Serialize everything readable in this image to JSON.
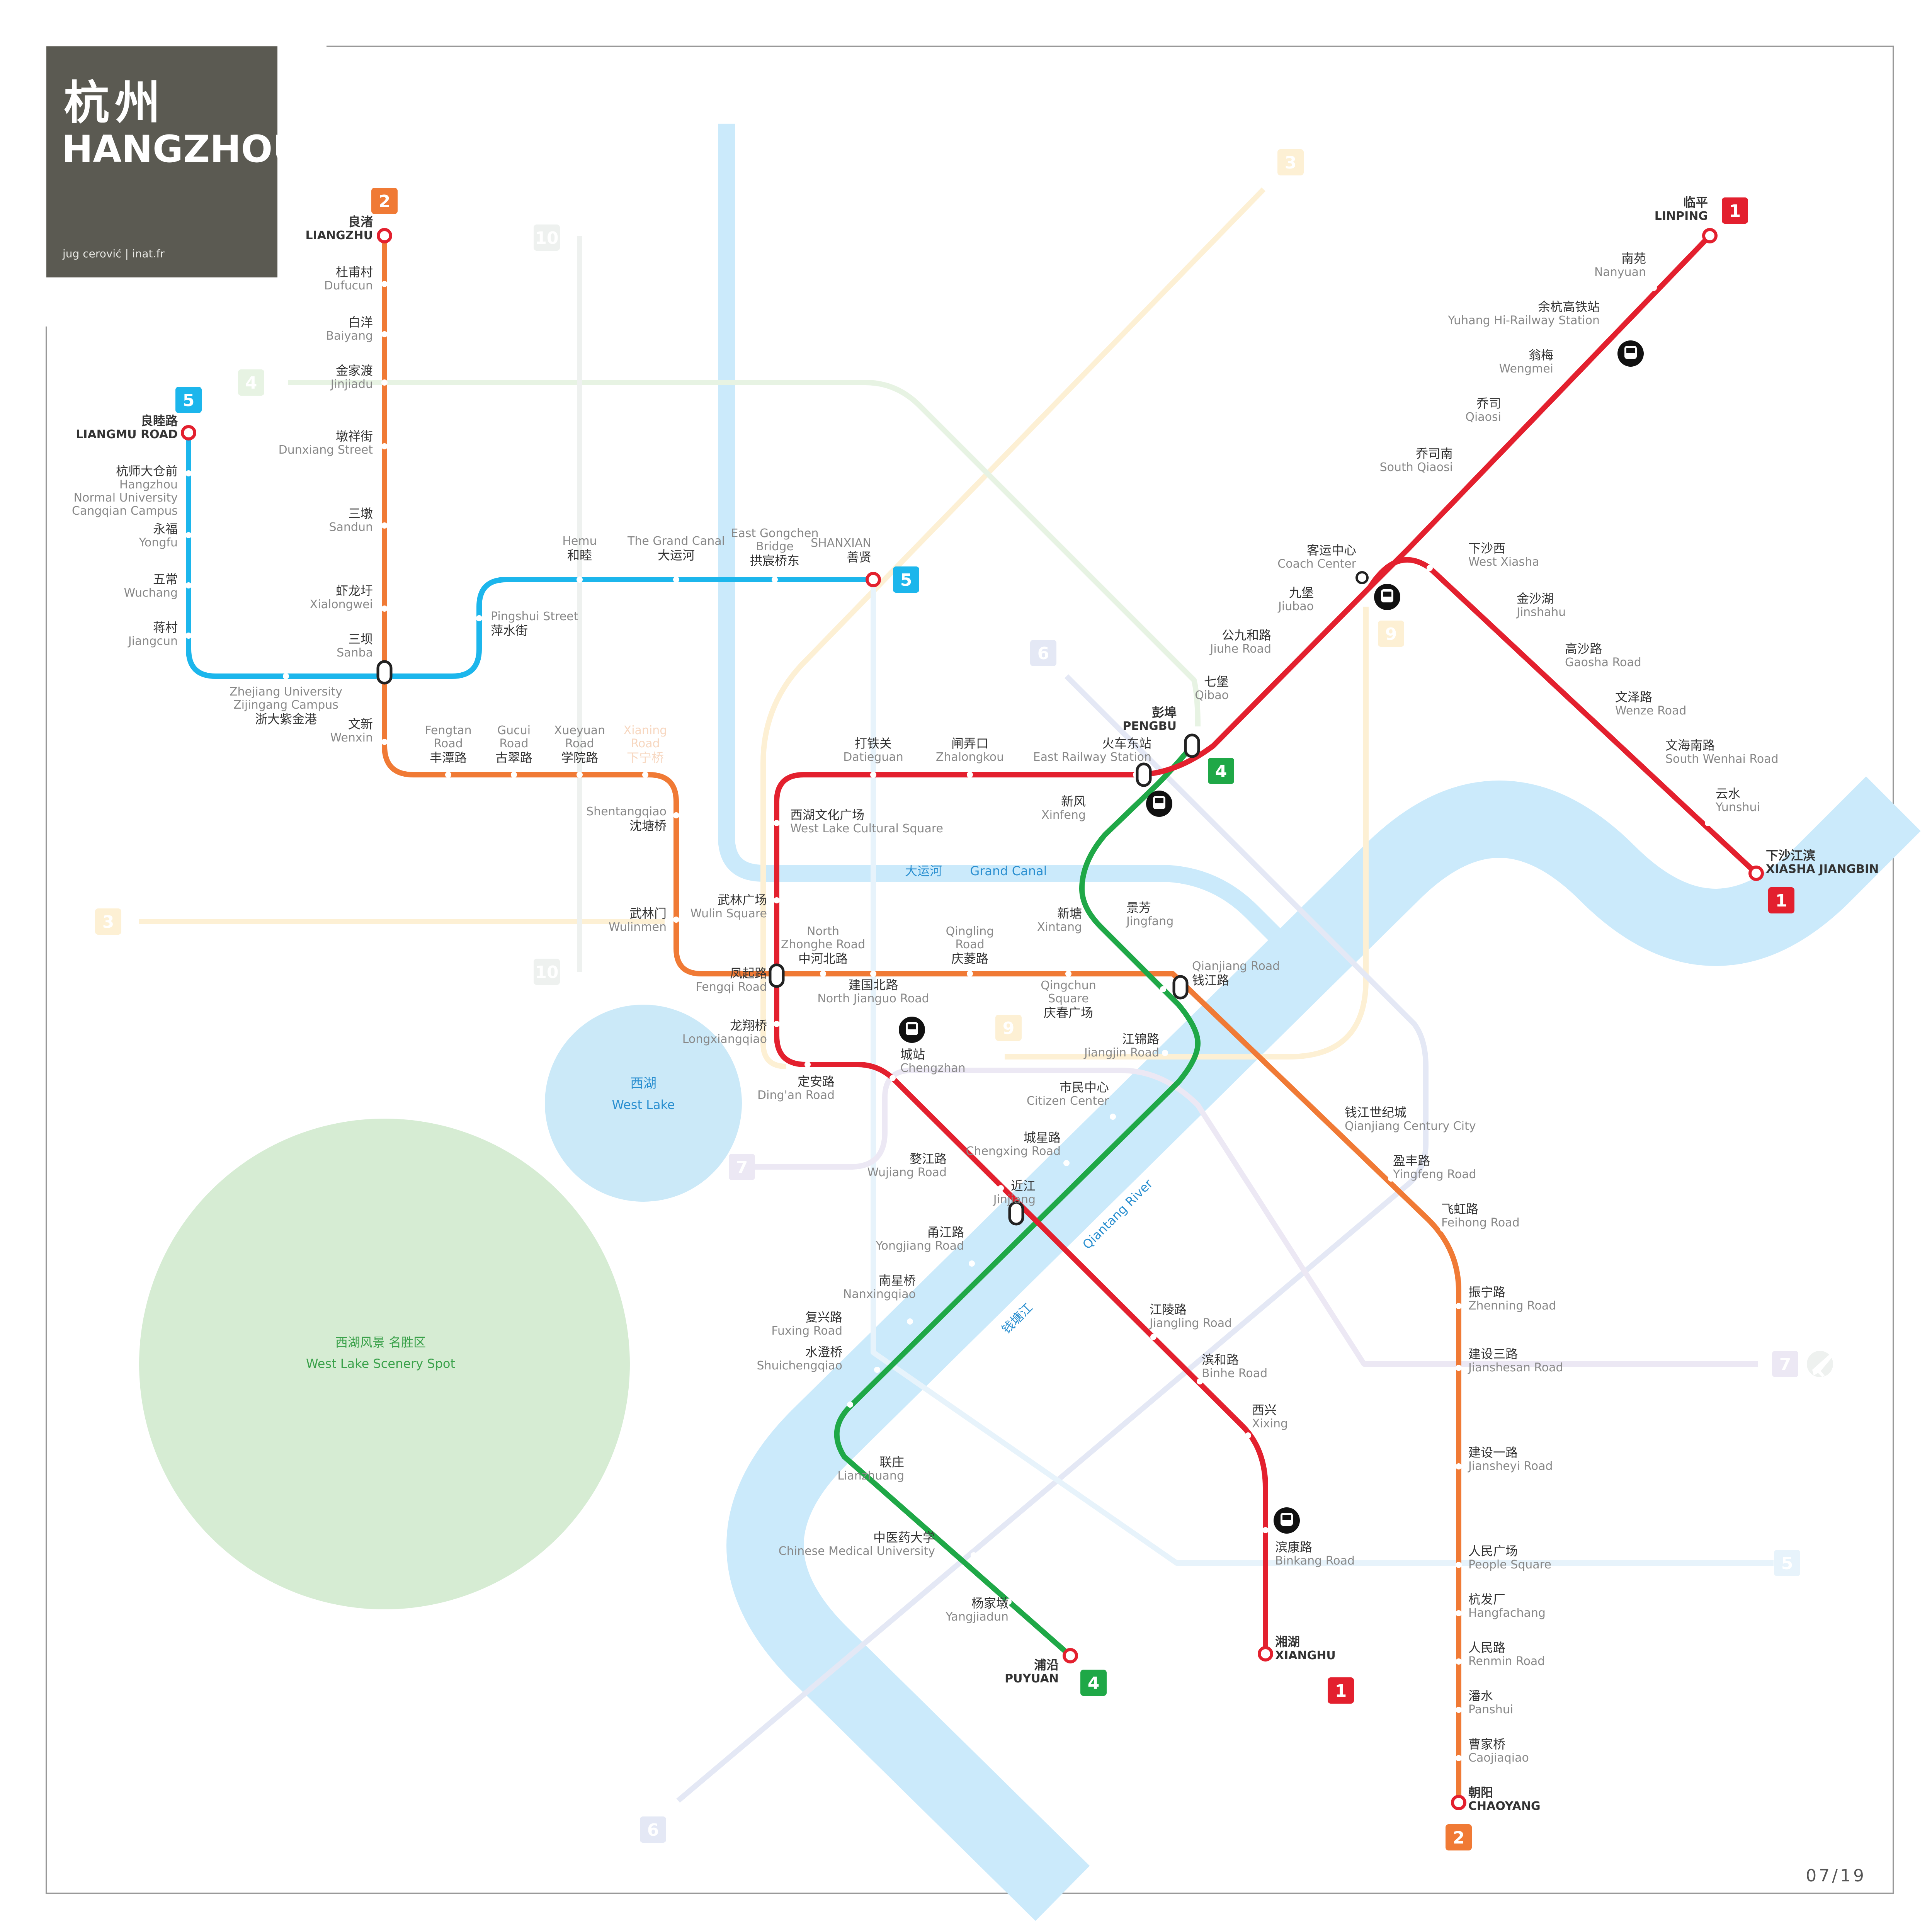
{
  "header": {
    "title_cn": "杭州",
    "title_en": "HANGZHOU",
    "credit": "jug cerović | inat.fr",
    "date": "07/19"
  },
  "colors": {
    "red": "#e3202e",
    "orange": "#f07a35",
    "green": "#1fa847",
    "blue": "#1cb6ec",
    "river": "#cbeafb",
    "lake": "#cbe9f8",
    "park": "#d6ecd3",
    "frame": "#888888"
  },
  "water": {
    "west_lake_cn": "西湖",
    "west_lake_en": "West Lake",
    "canal_cn": "大运河",
    "canal_en": "Grand Canal",
    "river_cn": "钱塘江",
    "river_en": "Qiantang River",
    "park_cn": "西湖风景 名胜区",
    "park_en": "West Lake Scenery Spot"
  },
  "badges": [
    {
      "label": "1",
      "line": "red"
    },
    {
      "label": "1",
      "line": "red"
    },
    {
      "label": "1",
      "line": "red"
    },
    {
      "label": "2",
      "line": "orange"
    },
    {
      "label": "2",
      "line": "orange"
    },
    {
      "label": "4",
      "line": "green"
    },
    {
      "label": "4",
      "line": "green"
    },
    {
      "label": "5",
      "line": "blue"
    },
    {
      "label": "5",
      "line": "blue"
    },
    {
      "label": "3",
      "line": "faint"
    },
    {
      "label": "3",
      "line": "faint"
    },
    {
      "label": "4",
      "line": "faint"
    },
    {
      "label": "5",
      "line": "faint"
    },
    {
      "label": "6",
      "line": "faint"
    },
    {
      "label": "6",
      "line": "faint"
    },
    {
      "label": "7",
      "line": "faint"
    },
    {
      "label": "7",
      "line": "faint"
    },
    {
      "label": "9",
      "line": "faint"
    },
    {
      "label": "9",
      "line": "faint"
    },
    {
      "label": "10",
      "line": "faint"
    },
    {
      "label": "10",
      "line": "faint"
    }
  ],
  "stations": [
    {
      "cn": "临平",
      "en": "LINPING",
      "terminal": true
    },
    {
      "cn": "南苑",
      "en": "Nanyuan"
    },
    {
      "cn": "余杭高铁站",
      "en": "Yuhang Hi-Railway Station"
    },
    {
      "cn": "翁梅",
      "en": "Wengmei"
    },
    {
      "cn": "乔司",
      "en": "Qiaosi"
    },
    {
      "cn": "乔司南",
      "en": "South Qiaosi"
    },
    {
      "cn": "客运中心",
      "en": "Coach Center"
    },
    {
      "cn": "九堡",
      "en": "Jiubao"
    },
    {
      "cn": "公九和路",
      "en": "Jiuhe Road"
    },
    {
      "cn": "七堡",
      "en": "Qibao"
    },
    {
      "cn": "彭埠",
      "en": "PENGBU",
      "terminal": true
    },
    {
      "cn": "火车东站",
      "en": "East Railway Station"
    },
    {
      "cn": "闸弄口",
      "en": "Zhalongkou"
    },
    {
      "cn": "打铁关",
      "en": "Datieguan"
    },
    {
      "cn": "西湖文化广场",
      "en": "West Lake Cultural Square"
    },
    {
      "cn": "武林广场",
      "en": "Wulin Square"
    },
    {
      "cn": "凤起路",
      "en": "Fengqi Road"
    },
    {
      "cn": "龙翔桥",
      "en": "Longxiangqiao"
    },
    {
      "cn": "定安路",
      "en": "Ding'an Road"
    },
    {
      "cn": "城站",
      "en": "Chengzhan"
    },
    {
      "cn": "婺江路",
      "en": "Wujiang Road"
    },
    {
      "cn": "近江",
      "en": "Jinjiang"
    },
    {
      "cn": "江陵路",
      "en": "Jiangling Road"
    },
    {
      "cn": "滨和路",
      "en": "Binhe Road"
    },
    {
      "cn": "西兴",
      "en": "Xixing"
    },
    {
      "cn": "滨康路",
      "en": "Binkang Road"
    },
    {
      "cn": "湘湖",
      "en": "XIANGHU",
      "terminal": true
    },
    {
      "cn": "下沙西",
      "en": "West Xiasha"
    },
    {
      "cn": "金沙湖",
      "en": "Jinshahu"
    },
    {
      "cn": "高沙路",
      "en": "Gaosha Road"
    },
    {
      "cn": "文泽路",
      "en": "Wenze Road"
    },
    {
      "cn": "文海南路",
      "en": "South Wenhai Road"
    },
    {
      "cn": "云水",
      "en": "Yunshui"
    },
    {
      "cn": "下沙江滨",
      "en": "XIASHA JIANGBIN",
      "terminal": true
    },
    {
      "cn": "良渚",
      "en": "LIANGZHU",
      "terminal": true
    },
    {
      "cn": "杜甫村",
      "en": "Dufucun"
    },
    {
      "cn": "白洋",
      "en": "Baiyang"
    },
    {
      "cn": "金家渡",
      "en": "Jinjiadu"
    },
    {
      "cn": "墩祥街",
      "en": "Dunxiang Street"
    },
    {
      "cn": "三墩",
      "en": "Sandun"
    },
    {
      "cn": "虾龙圩",
      "en": "Xialongwei"
    },
    {
      "cn": "三坝",
      "en": "Sanba"
    },
    {
      "cn": "文新",
      "en": "Wenxin"
    },
    {
      "cn": "丰潭路",
      "en": "Fengtan Road"
    },
    {
      "cn": "古翠路",
      "en": "Gucui Road"
    },
    {
      "cn": "学院路",
      "en": "Xueyuan Road"
    },
    {
      "cn": "下宁桥",
      "en": "Xianingqiao"
    },
    {
      "cn": "沈塘桥",
      "en": "Shentangqiao"
    },
    {
      "cn": "武林门",
      "en": "Wulinmen"
    },
    {
      "cn": "中河北路",
      "en": "North Zhonghe Road"
    },
    {
      "cn": "建国北路",
      "en": "North Jianguo Road"
    },
    {
      "cn": "庆菱路",
      "en": "Qingling Road"
    },
    {
      "cn": "庆春广场",
      "en": "Qingchun Square"
    },
    {
      "cn": "钱江路",
      "en": "Qianjiang Road"
    },
    {
      "cn": "钱江世纪城",
      "en": "Qianjiang Century City"
    },
    {
      "cn": "盈丰路",
      "en": "Yingfeng Road"
    },
    {
      "cn": "飞虹路",
      "en": "Feihong Road"
    },
    {
      "cn": "振宁路",
      "en": "Zhenning Road"
    },
    {
      "cn": "建设三路",
      "en": "Jianshesan Road"
    },
    {
      "cn": "建设一路",
      "en": "Jiansheyi Road"
    },
    {
      "cn": "人民广场",
      "en": "People Square"
    },
    {
      "cn": "杭发厂",
      "en": "Hangfachang"
    },
    {
      "cn": "人民路",
      "en": "Renmin Road"
    },
    {
      "cn": "潘水",
      "en": "Panshui"
    },
    {
      "cn": "曹家桥",
      "en": "Caojiaqiao"
    },
    {
      "cn": "朝阳",
      "en": "CHAOYANG",
      "terminal": true
    },
    {
      "cn": "新风",
      "en": "Xinfeng"
    },
    {
      "cn": "新塘",
      "en": "Xintang"
    },
    {
      "cn": "景芳",
      "en": "Jingfang"
    },
    {
      "cn": "江锦路",
      "en": "Jiangjin Road"
    },
    {
      "cn": "市民中心",
      "en": "Citizen Center"
    },
    {
      "cn": "城星路",
      "en": "Chengxing Road"
    },
    {
      "cn": "甬江路",
      "en": "Yongjiang Road"
    },
    {
      "cn": "南星桥",
      "en": "Nanxingqiao"
    },
    {
      "cn": "复兴路",
      "en": "Fuxing Road"
    },
    {
      "cn": "水澄桥",
      "en": "Shuichengqiao"
    },
    {
      "cn": "联庄",
      "en": "Lianzhuang"
    },
    {
      "cn": "中医药大学",
      "en": "Chinese Medical University"
    },
    {
      "cn": "杨家墩",
      "en": "Yangjiadun"
    },
    {
      "cn": "浦沿",
      "en": "PUYUAN",
      "terminal": true
    },
    {
      "cn": "良睦路",
      "en": "LIANGMU ROAD",
      "terminal": true
    },
    {
      "cn": "杭师大仓前",
      "en": "Hangzhou Normal University Cangqian Campus"
    },
    {
      "cn": "永福",
      "en": "Yongfu"
    },
    {
      "cn": "五常",
      "en": "Wuchang"
    },
    {
      "cn": "蒋村",
      "en": "Jiangcun"
    },
    {
      "cn": "浙大紫金港",
      "en": "Zhejiang University Zijingang Campus"
    },
    {
      "cn": "萍水街",
      "en": "Pingshui Street"
    },
    {
      "cn": "和睦",
      "en": "Hemu"
    },
    {
      "cn": "大运河",
      "en": "The Grand Canal"
    },
    {
      "cn": "拱宸桥东",
      "en": "East Gongchen Bridge"
    },
    {
      "cn": "善贤",
      "en": "SHANXIAN",
      "terminal": true
    }
  ]
}
